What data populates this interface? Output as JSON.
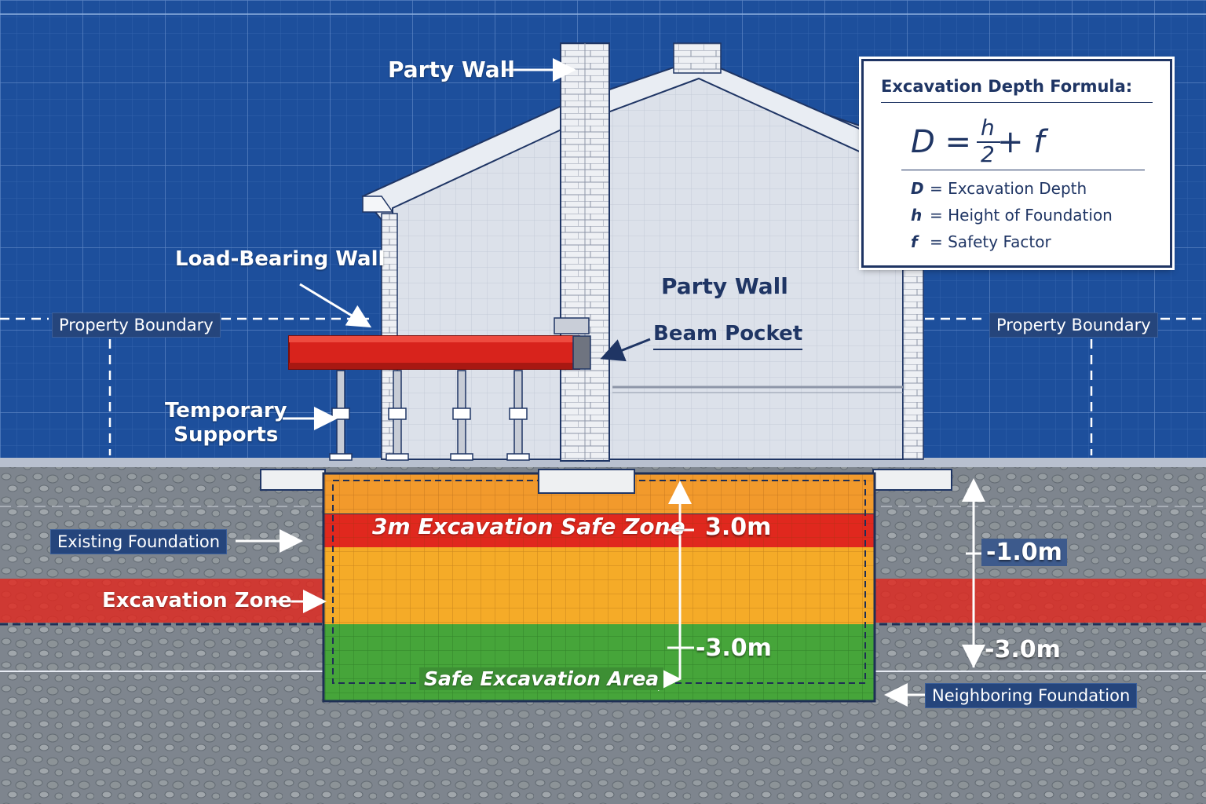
{
  "labels": {
    "party_wall_top": "Party Wall",
    "party_wall_mid": "Party Wall",
    "load_bearing_wall": "Load-Bearing Wall",
    "property_boundary_left": "Property Boundary",
    "property_boundary_right": "Property Boundary",
    "beam_pocket": "Beam Pocket",
    "temporary_supports": "Temporary\nSupports",
    "existing_foundation": "Existing Foundation",
    "excavation_zone": "Excavation Zone",
    "safe_zone": "3m Excavation Safe Zone",
    "safe_area": "Safe Excavation Area",
    "neighboring_foundation": "Neighboring Foundation"
  },
  "dimensions": {
    "safe_zone_depth": "3.0m",
    "inner_depth": "-3.0m",
    "right_depth_1": "-1.0m",
    "right_depth_2": "-3.0m"
  },
  "formula": {
    "title": "Excavation Depth Formula:",
    "lhs": "D =",
    "numerator": "h",
    "denominator": "2",
    "rhs": "+ f",
    "definitions": [
      {
        "symbol": "D",
        "text": "= Excavation Depth"
      },
      {
        "symbol": "h",
        "text": "= Height of Foundation"
      },
      {
        "symbol": "f",
        "text": "= Safety Factor"
      }
    ]
  },
  "colors": {
    "background": "#1d4f9c",
    "grid": "#3f6fb9",
    "house": "#dfe4ec",
    "beam": "#d8231c",
    "zone_orange": "#f2a32a",
    "zone_red": "#e0281e",
    "zone_green": "#46a53a",
    "soil": "#8e8e8a",
    "text_dark": "#1f3564"
  }
}
